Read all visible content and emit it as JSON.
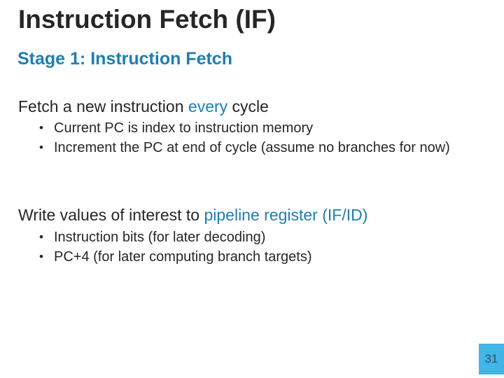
{
  "slide": {
    "title": "Instruction Fetch (IF)",
    "subtitle": "Stage 1: Instruction Fetch",
    "bullet_char": "•",
    "sections": [
      {
        "heading": [
          {
            "text": "Fetch a new instruction "
          },
          {
            "text": "every",
            "accent": true
          },
          {
            "text": " cycle"
          }
        ],
        "bullets": [
          "Current PC is index to instruction memory",
          "Increment the PC at end of cycle (assume no branches for now)"
        ]
      },
      {
        "heading": [
          {
            "text": "Write values of interest to "
          },
          {
            "text": "pipeline register (IF/ID)",
            "accent": true
          }
        ],
        "bullets": [
          "Instruction bits (for later decoding)",
          "PC+4 (for later computing branch targets)"
        ]
      }
    ],
    "page_number": "31"
  },
  "colors": {
    "text": "#262626",
    "accent": "#1f7db1",
    "subtitle": "#1f7db1",
    "page_box_bg": "#41b5e6",
    "page_number_text": "#2d4d66",
    "background": "#ffffff"
  }
}
